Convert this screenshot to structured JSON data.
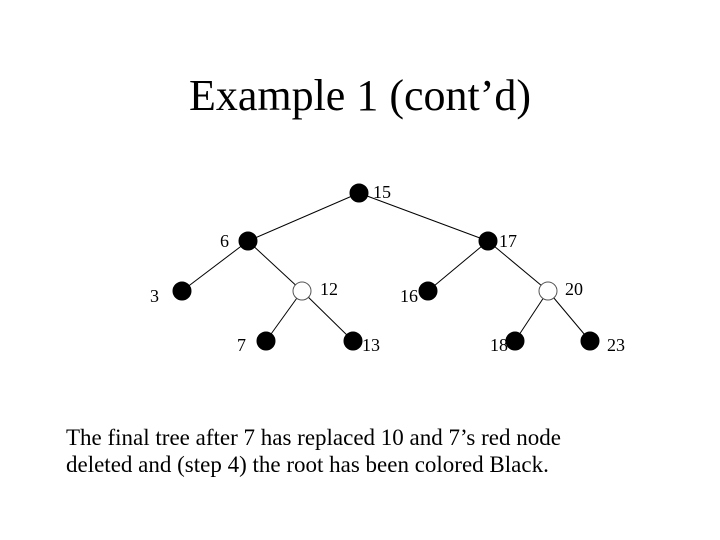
{
  "slide": {
    "title": "Example 1 (cont’d)",
    "caption_lines": [
      "The final tree after 7 has replaced 10 and 7’s red node",
      "deleted and (step 4) the root has been colored Black."
    ]
  },
  "tree": {
    "nodes": [
      {
        "id": "n15",
        "label": "15",
        "color": "black"
      },
      {
        "id": "n6",
        "label": "6",
        "color": "black"
      },
      {
        "id": "n17",
        "label": "17",
        "color": "black"
      },
      {
        "id": "n3",
        "label": "3",
        "color": "black"
      },
      {
        "id": "n12",
        "label": "12",
        "color": "red"
      },
      {
        "id": "n16",
        "label": "16",
        "color": "black"
      },
      {
        "id": "n20",
        "label": "20",
        "color": "red"
      },
      {
        "id": "n7",
        "label": "7",
        "color": "black"
      },
      {
        "id": "n13",
        "label": "13",
        "color": "black"
      },
      {
        "id": "n18",
        "label": "18",
        "color": "black"
      },
      {
        "id": "n23",
        "label": "23",
        "color": "black"
      }
    ],
    "edges": [
      [
        "n15",
        "n6"
      ],
      [
        "n15",
        "n17"
      ],
      [
        "n6",
        "n3"
      ],
      [
        "n6",
        "n12"
      ],
      [
        "n17",
        "n16"
      ],
      [
        "n17",
        "n20"
      ],
      [
        "n12",
        "n7"
      ],
      [
        "n12",
        "n13"
      ],
      [
        "n20",
        "n18"
      ],
      [
        "n20",
        "n23"
      ]
    ]
  }
}
